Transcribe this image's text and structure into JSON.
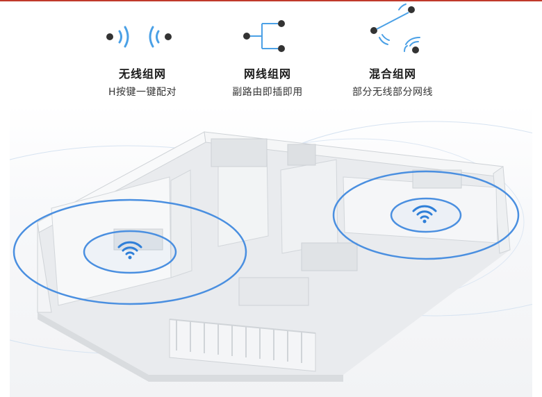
{
  "features": [
    {
      "title": "无线组网",
      "subtitle": "H按键一键配对",
      "icon": "wireless-signal-icon"
    },
    {
      "title": "网线组网",
      "subtitle": "副路由即插即用",
      "icon": "wired-network-icon"
    },
    {
      "title": "混合组网",
      "subtitle": "部分无线部分网线",
      "icon": "hybrid-network-icon"
    }
  ],
  "colors": {
    "accent": "#2f7fd8",
    "icon": "#333333",
    "signal": "#4aa0e6",
    "topline": "#c0392b"
  },
  "scene": {
    "icons": [
      "wifi-icon",
      "wifi-icon"
    ]
  }
}
